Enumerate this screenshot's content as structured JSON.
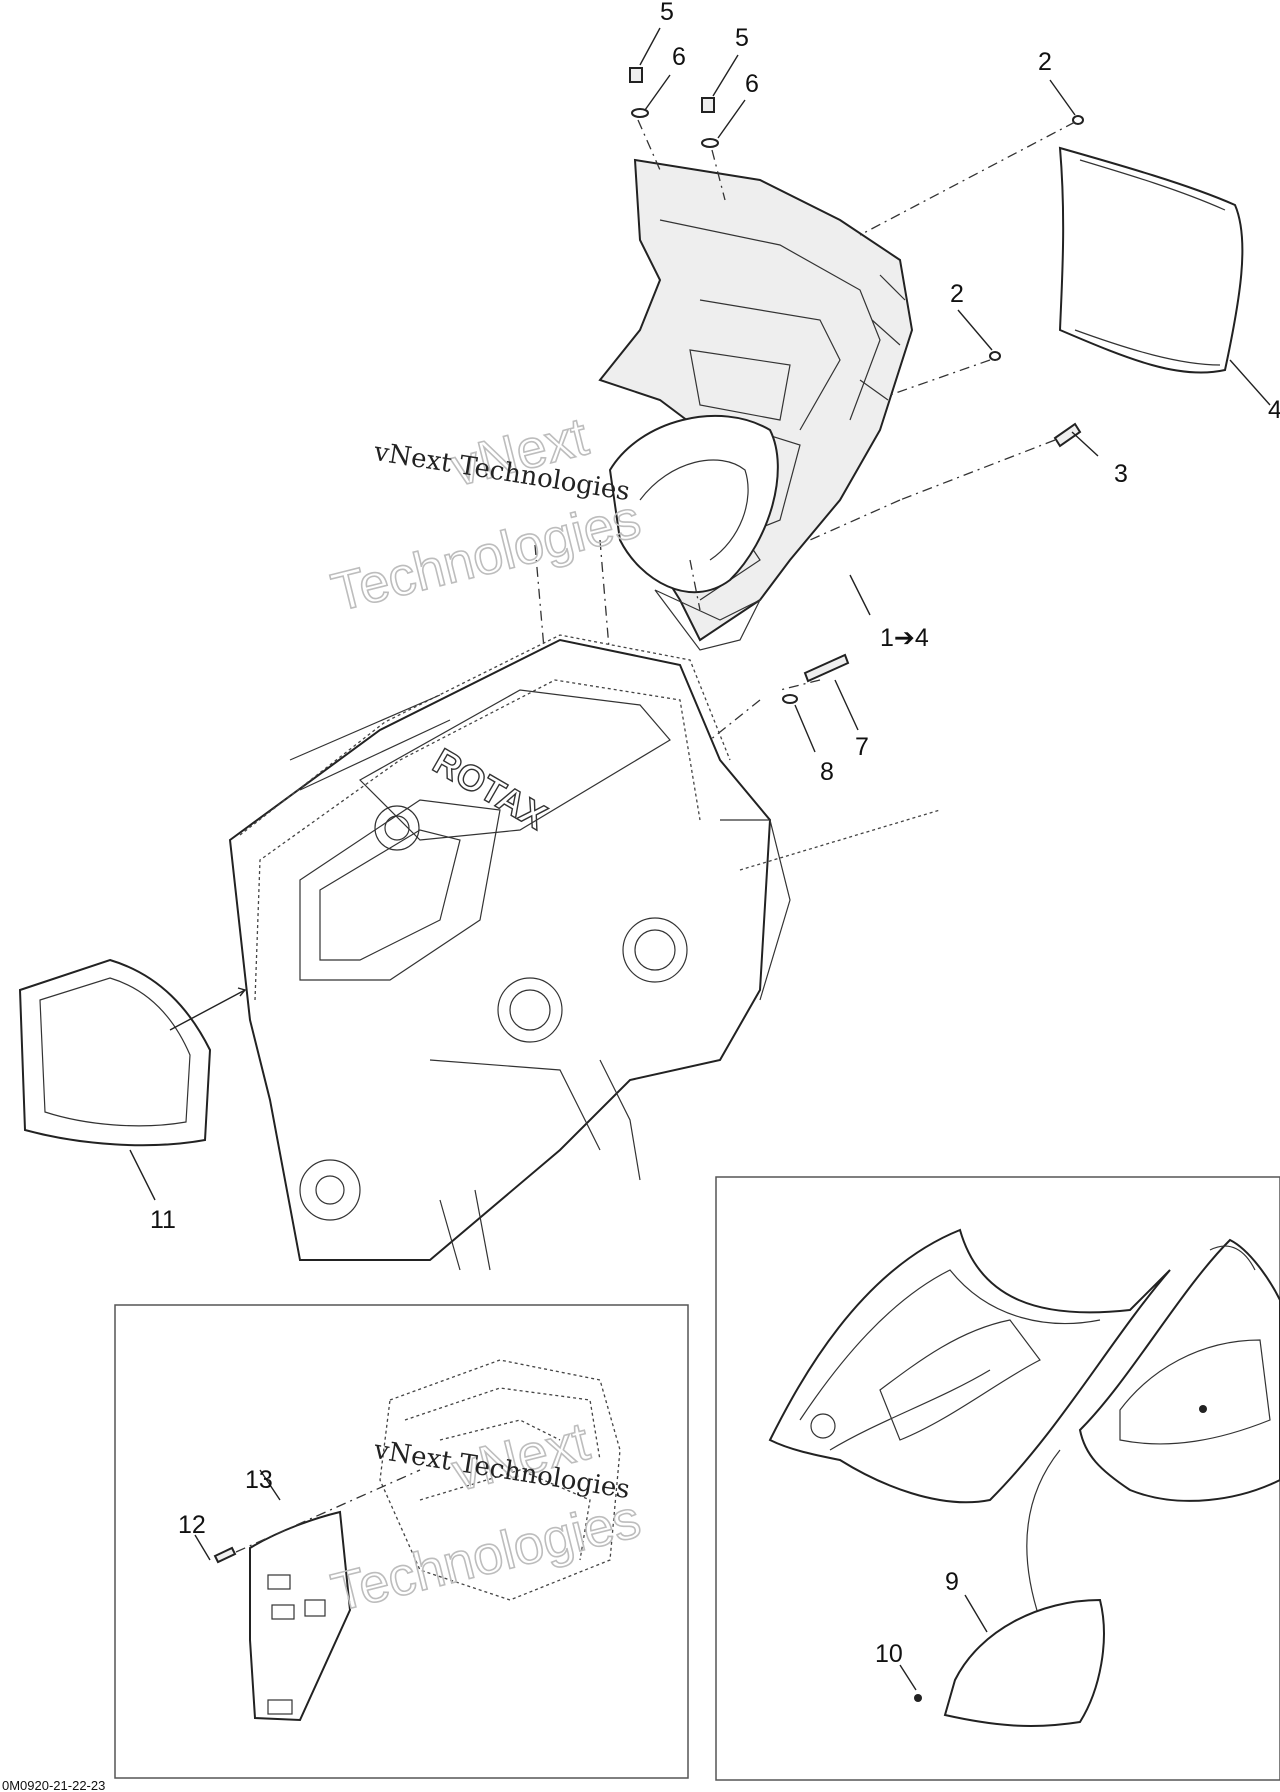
{
  "callouts": {
    "c5a": "5",
    "c6a": "6",
    "c5b": "5",
    "c6b": "6",
    "c2a": "2",
    "c2b": "2",
    "c3": "3",
    "c4": "4",
    "c14": "1➔4",
    "c7": "7",
    "c8": "8",
    "c11": "11",
    "c12": "12",
    "c13": "13",
    "c9": "9",
    "c10": "10"
  },
  "watermarks": {
    "small_top": "vNext Technologies",
    "big_top_1": "vNext",
    "big_top_2": "Technologies",
    "small_bottom": "vNext Technologies",
    "big_bottom_1": "vNext",
    "big_bottom_2": "Technologies"
  },
  "engine_logo": "ROTAX",
  "figure_code": "0M0920-21-22-23"
}
